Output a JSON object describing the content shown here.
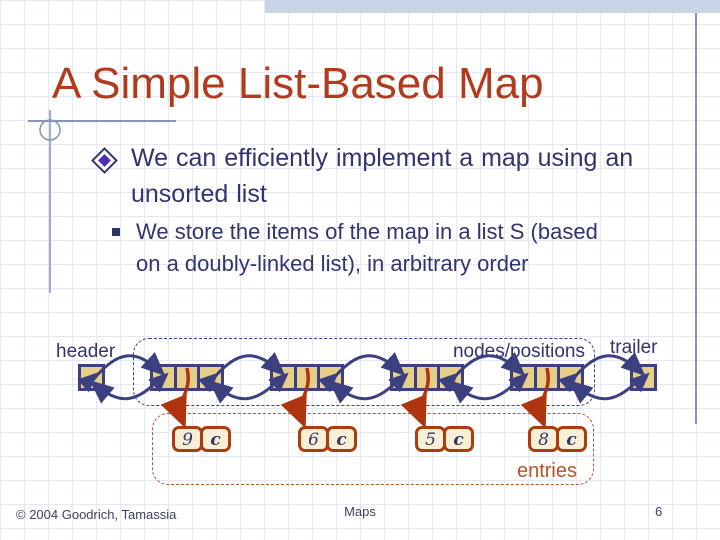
{
  "title": "A Simple List-Based Map",
  "bullets": {
    "main_lines": [
      "We can efficiently implement a map using an",
      "unsorted list"
    ],
    "sub_lines": [
      "We store the items of the map in a list S (based",
      "on a doubly-linked list), in arbitrary order"
    ]
  },
  "diagram": {
    "header_label": "header",
    "nodes_label": "nodes/positions",
    "trailer_label": "trailer",
    "entries_label": "entries",
    "entries": [
      {
        "key": "9",
        "value": "c"
      },
      {
        "key": "6",
        "value": "c"
      },
      {
        "key": "5",
        "value": "c"
      },
      {
        "key": "8",
        "value": "c"
      }
    ]
  },
  "footer": {
    "copyright": "© 2004 Goodrich, Tamassia",
    "section": "Maps",
    "page": "6"
  },
  "colors": {
    "title": "#b23b1d",
    "body_text": "#31346d",
    "node_border": "#3d4080",
    "node_fill": "#e7cf89",
    "entry_border": "#ad3b10",
    "entry_fill": "#f8f0d6",
    "red_arrow": "#b0350f",
    "entries_accent": "#b2552a",
    "accent_bar": "#c9d3e6",
    "ornament": "#8494bb"
  }
}
